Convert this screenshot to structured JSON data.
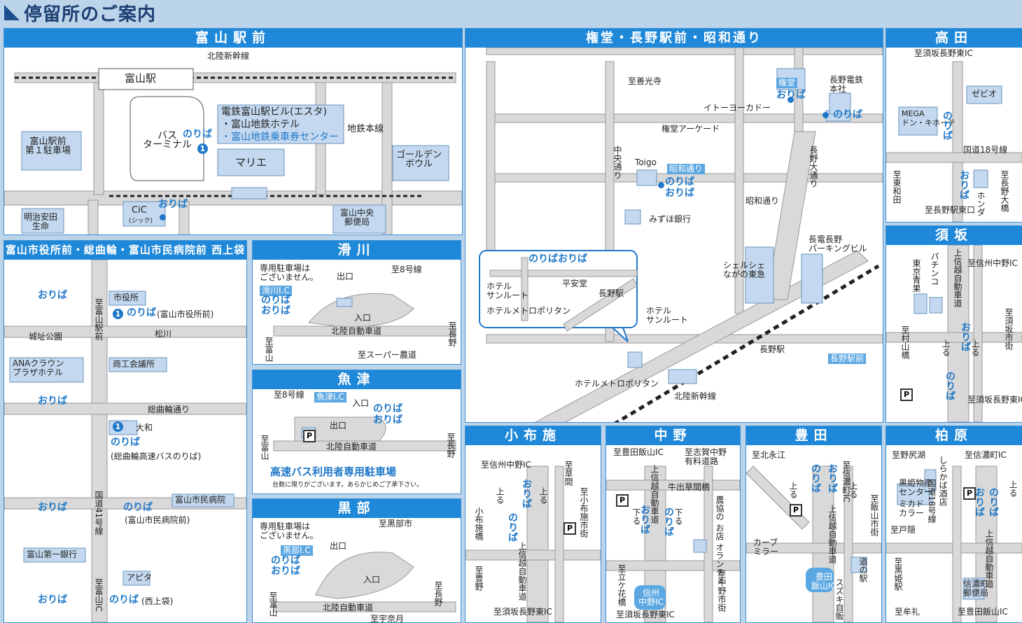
{
  "header": {
    "title": "停留所のご案内"
  },
  "toyama": {
    "title": "富山駅前",
    "labels": {
      "shinkansen": "北陸新幹線",
      "station": "富山駅",
      "esta": "電鉄富山駅ビル(エスタ)",
      "hotel": "・富山地鉄ホテル",
      "ticket": "・富山地鉄乗車券センター",
      "bus_terminal": "バス\nターミナル",
      "noriba": "のりば",
      "num1": "1",
      "parking1": "富山駅前\n第１駐車場",
      "marie": "マリエ",
      "chitetsu": "地鉄本線",
      "golden": "ゴールデン\nボウル",
      "meiji": "明治安田\n生命",
      "cic": "CiC",
      "cic_sub": "(シック)",
      "oriba": "おりば",
      "post": "富山中央\n郵便局"
    }
  },
  "gondo": {
    "title": "権堂・長野駅前・昭和通り",
    "labels": {
      "zenkoji": "至善光寺",
      "gondo_tag": "権堂",
      "oriba1": "おりば",
      "nagano_dentetsu": "長野電鉄\n本社",
      "noriba1": "のりば",
      "ito": "イトーヨーカドー",
      "arcade": "権堂アーケード",
      "chuo": "中央通り",
      "toigo": "Toigo",
      "showa_tag": "昭和通り",
      "noriba2": "のりば",
      "oriba2": "おりば",
      "nagano_odori": "長野大通り",
      "showa_dori": "昭和通り",
      "mizuho": "みずほ銀行",
      "choden": "長電長野\nパーキングビル",
      "cheruche": "シェルシェ\nながの東急",
      "inset_noriba": "のりばおりば",
      "hotel_sun1": "ホテル\nサンルート",
      "heian": "平安堂",
      "hotel_metro1": "ホテルメトロポリタン",
      "nagano_st_small": "長野駅",
      "hotel_sun2": "ホテル\nサンルート",
      "nagano_st": "長野駅",
      "nagano_eki_tag": "長野駅前",
      "hotel_metro2": "ホテルメトロポリタン",
      "hokuriku": "北陸新幹線"
    }
  },
  "takata": {
    "title": "高田",
    "labels": {
      "to_ic": "至須坂長野東IC",
      "mega": "MEGA\nドン・キホーテ",
      "zevio": "ゼビオ",
      "noriba": "のりば",
      "route18": "国道18号線",
      "oriba": "おりば",
      "honda": "ホンダ",
      "higashiwada": "至東和田",
      "nagano_omachi": "至長野大橋",
      "to_station": "至長野駅東口"
    }
  },
  "toyama_city": {
    "title": "富山市役所前・総曲輪・富山市民病院前 西上袋",
    "labels": {
      "to_station": "至富山駅前",
      "cityhall": "市役所",
      "oriba": "おりば",
      "num1": "1",
      "noriba1": "のりば",
      "noriba1_sub": "(富山市役所前)",
      "joshi": "城址公園",
      "matsukawa": "松川",
      "ana": "ANAクラウン\nプラザホテル",
      "shoko": "商工会議所",
      "oriba2": "おりば",
      "sougawa": "総曲輪通り",
      "num2": "1",
      "yamato": "大和",
      "noriba2": "のりば",
      "noriba2_sub": "(総曲輪高速バスのりば)",
      "route41": "国道41号線",
      "oriba3": "おりば",
      "noriba3": "のりば",
      "hospital": "富山市民病院",
      "noriba3_sub": "(富山市民病院前)",
      "daiichi": "富山第一銀行",
      "apita": "アピタ",
      "oriba4": "おりば",
      "noriba4": "のりば",
      "noriba4_sub": "(西上袋)",
      "to_ic": "至富山IC"
    }
  },
  "namerikawa": {
    "title": "滑川",
    "labels": {
      "lot": "専用駐車場は\nございません。",
      "exit": "出口",
      "route8": "至8号線",
      "ic_tag": "滑川I.C",
      "noriba": "のりば",
      "oriba": "おりば",
      "entry": "入口",
      "expressway": "北陸自動車道",
      "to_nagano": "至長野",
      "to_toyama": "至富山",
      "to_super": "至スーパー農道"
    }
  },
  "uozu": {
    "title": "魚津",
    "labels": {
      "route8": "至8号線",
      "ic_tag": "魚津I.C",
      "entry": "入口",
      "noriba": "のりば",
      "oriba": "おりば",
      "exit": "出口",
      "expressway": "北陸自動車道",
      "to_toyama": "至富山",
      "to_nagano": "至長野",
      "lot_title": "高速バス利用者専用駐車場",
      "lot_note": "台数に限りがございます。あらかじめご了承下さい。",
      "p": "P"
    }
  },
  "kurobe": {
    "title": "黒部",
    "labels": {
      "lot": "専用駐車場は\nございません。",
      "to_kurobe": "至黒部市",
      "ic_tag": "黒部I.C",
      "exit": "出口",
      "noriba": "のりば",
      "oriba": "おりば",
      "entry": "入口",
      "expressway": "北陸自動車道",
      "to_toyama": "至富山",
      "to_nagano": "至長野",
      "to_unazuki": "至宇奈月"
    }
  },
  "obuse": {
    "title": "小布施",
    "labels": {
      "to_nakano": "至信州中野IC",
      "to_kusama": "至草間",
      "up": "上る",
      "oriba": "おりば",
      "noriba": "のりば",
      "obusebashi": "小布施橋",
      "to_obuse": "至小布施市街",
      "expressway": "上信越自動車道",
      "to_toyono": "至豊野",
      "to_ic": "至須坂長野東IC",
      "p": "P"
    }
  },
  "nakano": {
    "title": "中野",
    "labels": {
      "to_toyoda": "至豊田飯山IC",
      "to_shiga": "至志賀中野\n有料道路",
      "ushide": "牛出草間橋",
      "expressway": "上信越自動車道",
      "down": "下る",
      "oriba": "おりば",
      "noriba": "のりば",
      "orange": "農協の\nお店\nオランチェ",
      "to_tategahana": "至立ケ花橋",
      "ic_tag": "信州\n中野IC",
      "to_nakano_city": "至中野市街",
      "to_suzaka": "至須坂長野東IC",
      "p": "P"
    }
  },
  "toyoda": {
    "title": "豊田",
    "labels": {
      "to_kitaei": "至北永江",
      "up": "上る",
      "noriba": "のりば",
      "oriba": "おりば",
      "to_shinano": "至信濃町IC",
      "to_iiyama": "至飯山市街",
      "expressway": "上信越自動車道",
      "curve": "カーブ\nミラー",
      "michinoeki": "道の駅",
      "toyoda": "豊田",
      "ic_tag": "豊田\n飯山IC",
      "suzuki": "スズキ自販",
      "p": "P"
    }
  },
  "suzaka": {
    "title": "須坂",
    "labels": {
      "tokyo": "東京青果",
      "pachinko": "パチンコ",
      "expressway": "上信越自動車道",
      "to_nakano": "至信州中野IC",
      "up": "上る",
      "oriba": "おりば",
      "noriba": "のりば",
      "to_suzaka_city": "至須坂市街",
      "to_murayama": "至村山橋",
      "to_ic": "至須坂長野東IC",
      "p": "P"
    }
  },
  "kashiwabara": {
    "title": "柏原",
    "labels": {
      "to_nojiri": "至野尻湖",
      "to_shinano": "至信濃町IC",
      "shirakaba": "しらかば酒店",
      "kurohime": "黒姫物産\nセンター",
      "route18": "国道18号線",
      "mikado": "ミカド\nカラー",
      "oriba": "おりば",
      "noriba": "のりば",
      "up": "上る",
      "to_togakushi": "至戸隠",
      "to_kurohime": "至黒姫駅",
      "expressway": "上信越自動車道",
      "post": "信濃町\n郵便局",
      "to_mureis": "至牟礼",
      "to_toyoda": "至豊田飯山IC",
      "p": "P"
    }
  }
}
